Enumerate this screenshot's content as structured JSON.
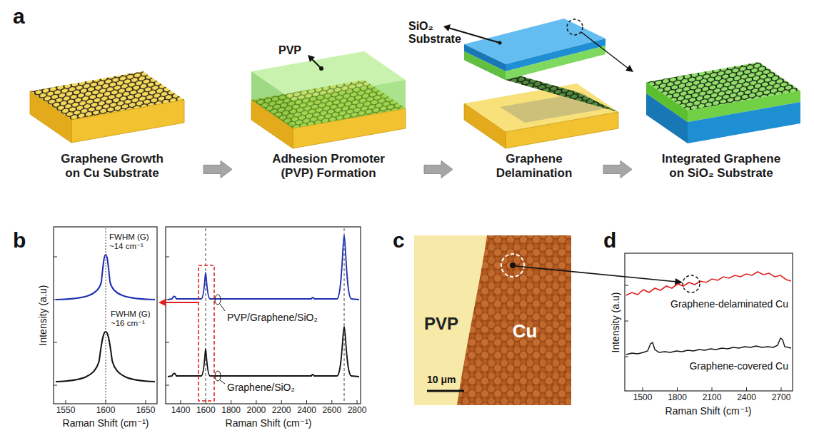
{
  "diagram": {
    "nodes": [
      {
        "text": [
          "Graphene Growth on Cu Substrate"
        ]
      },
      {
        "text": [
          "Adhesion Promoter (PVP) Formation"
        ]
      },
      {
        "text": [
          "Graphene Delamination"
        ]
      },
      {
        "text": [
          "Integrated Graphene on SiO₂ Substrate"
        ]
      }
    ],
    "edges": [
      {
        "from": 0,
        "to": 1,
        "arrow": "to"
      },
      {
        "from": 1,
        "to": 2,
        "arrow": "to"
      },
      {
        "from": 2,
        "to": 3,
        "arrow": "to"
      }
    ],
    "labels": [
      "a",
      "PVP",
      "SiO₂ Substrate",
      "b",
      "FWHM (G) ~14 cm⁻¹",
      "FWHM (G) ~16 cm⁻¹",
      "PVP/Graphene/SiO₂",
      "Graphene/SiO₂",
      "Intensity (a.u)",
      "1550",
      "1600",
      "1650",
      "Raman Shift (cm⁻¹)",
      "1400",
      "1600",
      "1800",
      "2000",
      "2200",
      "2400",
      "2600",
      "2800",
      "Raman Shift (cm⁻¹)",
      "c",
      "PVP",
      "Cu",
      "10 μm",
      "d",
      "Intensity (a.u)",
      "Graphene-delaminated Cu",
      "Graphene-covered Cu",
      "1500",
      "1800",
      "2100",
      "2400",
      "2700",
      "Raman Shift (cm⁻¹)"
    ]
  }
}
